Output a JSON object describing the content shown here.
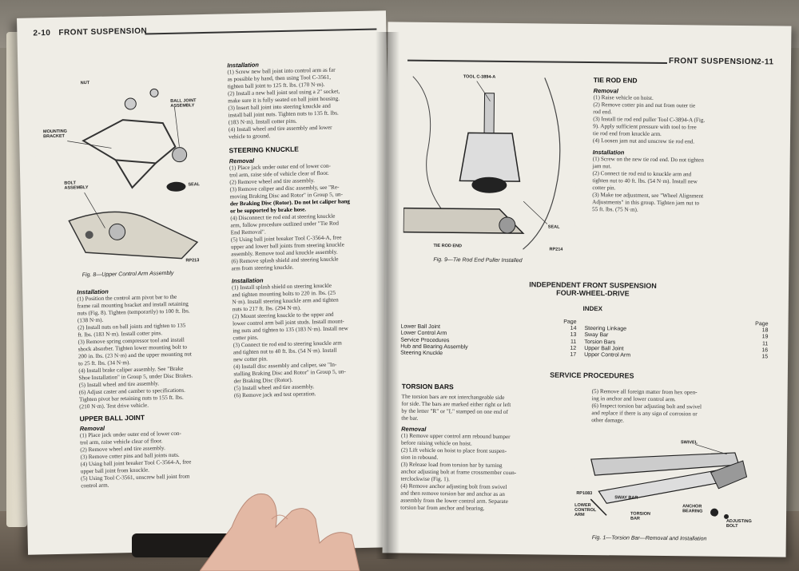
{
  "left_page": {
    "page_number": "2-10",
    "section_title": "FRONT SUSPENSION",
    "figure_8": {
      "caption": "Fig. 8—Upper Control Arm Assembly",
      "labels": [
        "NUT",
        "BALL JOINT ASSEMBLY",
        "MOUNTING BRACKET",
        "SEAL",
        "BOLT ASSEMBLY",
        "RP213"
      ]
    },
    "col1_installation": {
      "heading": "Installation",
      "lines": [
        "(1) Position the control arm pivot bar to the",
        "frame rail mounting bracket and install retaining",
        "nuts (Fig. 8). Tighten (temporarily) to 100 ft. lbs.",
        "(138 N·m).",
        "(2) Install nuts on ball joints and tighten to 135",
        "ft. lbs. (183 N·m). Install cotter pins.",
        "(3) Remove spring compressor tool and install",
        "shock absorber. Tighten lower mounting bolt to",
        "200 in. lbs. (23 N·m) and the upper mounting nut",
        "to 25 ft. lbs. (34 N·m).",
        "(4) Install brake caliper assembly. See \"Brake",
        "Shoe Installation\" in Group 5, under Disc Brakes.",
        "(5) Install wheel and tire assembly.",
        "(6) Adjust caster and camber to specifications.",
        "Tighten pivot bar retaining nuts to 155 ft. lbs.",
        "(210 N·m). Test drive vehicle."
      ]
    },
    "upper_ball_joint": {
      "heading": "UPPER BALL JOINT",
      "removal": "Removal",
      "lines": [
        "(1) Place jack under outer end of lower con-",
        "trol arm, raise vehicle clear of floor.",
        "(2) Remove wheel and tire assembly.",
        "(3) Remove cotter pins and ball joints nuts.",
        "(4) Using ball joint breaker Tool C-3564-A, free",
        "upper ball joint from knuckle.",
        "(5) Using Tool C-3561, unscrew ball joint from",
        "control arm."
      ]
    },
    "col2_installation": {
      "heading": "Installation",
      "lines": [
        "(1) Screw new ball joint into control arm as far",
        "as possible by hand, then using Tool C-3561,",
        "tighten ball joint to 125 ft. lbs. (170 N·m).",
        "(2) Install a new ball joint seal using a 2\" socket,",
        "make sure it is fully seated on ball joint housing.",
        "(3) Insert ball joint into steering knuckle and",
        "install ball joint nuts. Tighten nuts to 135 ft. lbs.",
        "(183 N·m). Install cotter pins.",
        "(4) Install wheel and tire assembly and lower",
        "vehicle to ground."
      ]
    },
    "steering_knuckle": {
      "heading": "STEERING KNUCKLE",
      "removal": "Removal",
      "lines": [
        "(1) Place jack under outer end of lower con-",
        "trol arm, raise side of vehicle clear of floor.",
        "(2) Remove wheel and tire assembly.",
        "(3) Remove caliper and disc assembly, see \"Re-",
        "moving Braking Disc and Rotor\" in Group 5, un-",
        "der Braking Disc (Rotor). Do not let caliper hang",
        "or be supported by brake hose.",
        "(4) Disconnect tie rod end at steering knuckle",
        "arm, follow procedure outlined under \"Tie Rod",
        "End Removal\".",
        "(5) Using ball joint breaker Tool C-3564-A, free",
        "upper and lower ball joints from steering knuckle",
        "assembly. Remove tool and knuckle assembly.",
        "(6) Remove splash shield and steering knuckle",
        "arm from steering knuckle."
      ],
      "installation": "Installation",
      "install_lines": [
        "(1) Install splash shield on steering knuckle",
        "and tighten mounting bolts to 220 in. lbs. (25",
        "N·m). Install steering knuckle arm and tighten",
        "nuts to 217 ft. lbs. (294 N·m).",
        "(2) Mount steering knuckle to the upper and",
        "lower control arm ball joint studs. Install mount-",
        "ing nuts and tighten to 135 (183 N·m). Install new",
        "cotter pins.",
        "(3) Connect tie rod end to steering knuckle arm",
        "and tighten nut to 40 ft. lbs. (54 N·m). Install",
        "new cotter pin.",
        "(4) Install disc assembly and caliper, see \"In-",
        "stalling Braking Disc and Rotor\" in Group 5, un-",
        "der Braking Disc (Rotor).",
        "(5) Install wheel and tire assembly.",
        "(6) Remove jack and test operation."
      ]
    }
  },
  "right_page": {
    "page_number": "2-11",
    "section_title": "FRONT SUSPENSION",
    "figure_9": {
      "caption": "Fig. 9—Tie Rod End Puller Installed",
      "labels": [
        "TOOL C-3894-A",
        "SEAL",
        "TIE ROD END",
        "RP214"
      ]
    },
    "tie_rod_end": {
      "heading": "TIE ROD END",
      "removal": "Removal",
      "lines": [
        "(1) Raise vehicle on hoist.",
        "(2) Remove cotter pin and nut from outer tie",
        "rod end.",
        "(3) Install tie rod end puller Tool C-3894-A (Fig.",
        "9). Apply sufficient pressure with tool to free",
        "tie rod end from knuckle arm.",
        "(4) Loosen jam nut and unscrew tie rod end."
      ],
      "installation": "Installation",
      "install_lines": [
        "(1) Screw on the new tie rod end. Do not tighten",
        "jam nut.",
        "(2) Connect tie rod end to knuckle arm and",
        "tighten nut to 40 ft. lbs. (54 N·m). Install new",
        "cotter pin.",
        "(3) Make toe adjustment, see \"Wheel Alignment",
        "Adjustments\" in this group. Tighten jam nut to",
        "55 ft. lbs. (75 N·m)."
      ]
    },
    "ifs": {
      "title_line1": "INDEPENDENT FRONT SUSPENSION",
      "title_line2": "FOUR-WHEEL-DRIVE",
      "index_title": "INDEX",
      "page_label": "Page",
      "index_left": [
        {
          "item": "Lower Ball Joint",
          "page": "14"
        },
        {
          "item": "Lower Control Arm",
          "page": "13"
        },
        {
          "item": "Service Procedures",
          "page": "11"
        },
        {
          "item": "Hub and Bearing Assembly",
          "page": "12"
        },
        {
          "item": "Steering Knuckle",
          "page": "17"
        }
      ],
      "index_right": [
        {
          "item": "Steering Linkage",
          "page": "18"
        },
        {
          "item": "Sway Bar",
          "page": "19"
        },
        {
          "item": "Torsion Bars",
          "page": "11"
        },
        {
          "item": "Upper Ball Joint",
          "page": "16"
        },
        {
          "item": "Upper Control Arm",
          "page": "15"
        }
      ]
    },
    "service_procedures": {
      "heading": "SERVICE PROCEDURES",
      "torsion_heading": "TORSION BARS",
      "intro_lines": [
        "The torsion bars are not interchangeable side",
        "for side. The bars are marked either right or left",
        "by the letter \"R\" or \"L\" stamped on one end of",
        "the bar."
      ],
      "removal": "Removal",
      "lines": [
        "(1) Remove upper control arm rebound bumper",
        "before raising vehicle on hoist.",
        "(2) Lift vehicle on hoist to place front suspen-",
        "sion in rebound.",
        "(3) Release load from torsion bar by turning",
        "anchor adjusting bolt at frame crossmember coun-",
        "terclockwise (Fig. 1).",
        "(4) Remove anchor adjusting bolt from swivel",
        "and then remove torsion bar and anchor as an",
        "assembly from the lower control arm. Separate",
        "torsion bar from anchor and bearing."
      ],
      "col2_lines": [
        "(5) Remove all foreign matter from hex open-",
        "ing in anchor and lower control arm.",
        "(6) Inspect torsion bar adjusting bolt and swivel",
        "and replace if there is any sign of corrosion or",
        "other damage."
      ],
      "figure_1": {
        "caption": "Fig. 1—Torsion Bar—Removal and Installation",
        "labels": [
          "SWIVEL",
          "SWAY BAR",
          "LOWER CONTROL ARM",
          "TORSION BAR",
          "ANCHOR BEARING",
          "ADJUSTING BOLT",
          "RP1083"
        ]
      }
    }
  }
}
